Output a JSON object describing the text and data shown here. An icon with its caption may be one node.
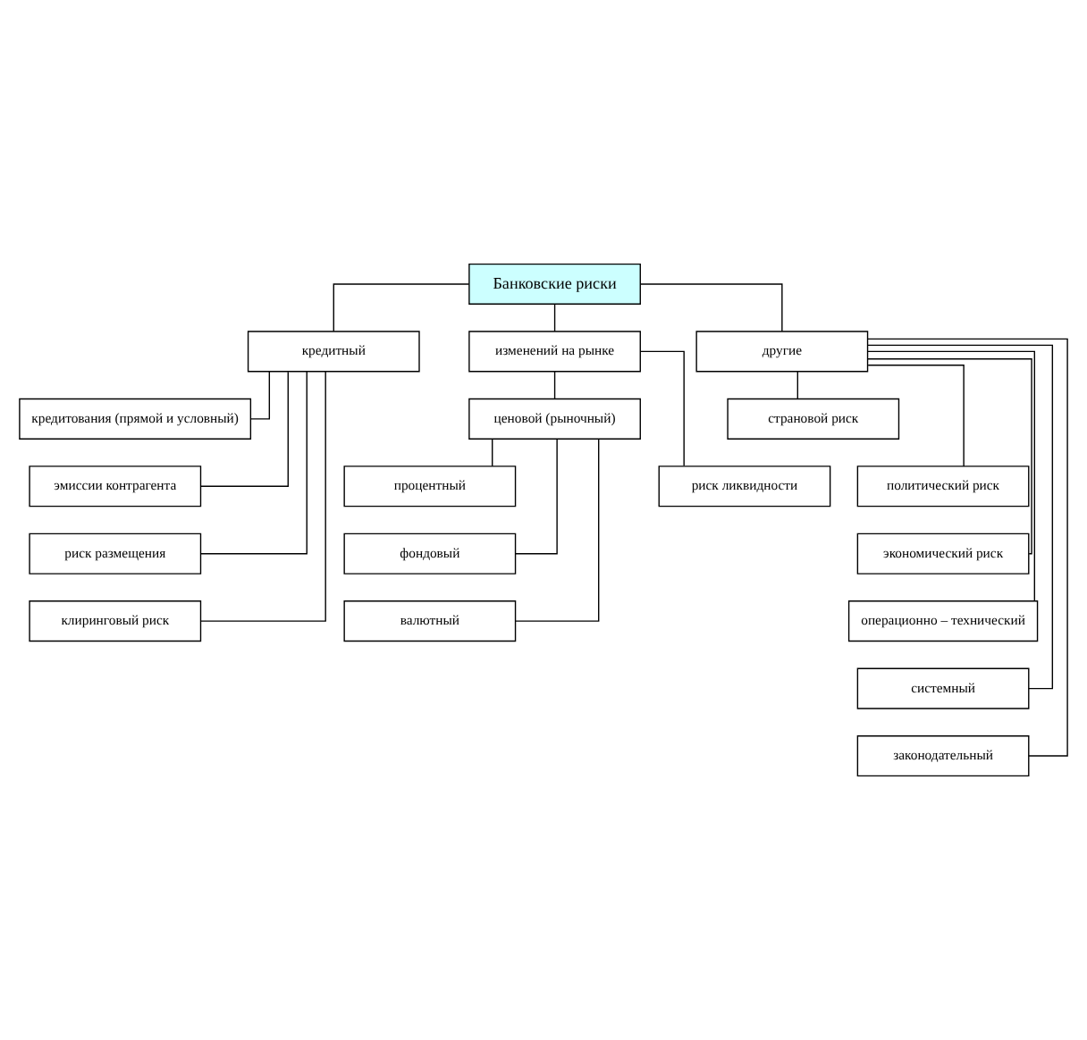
{
  "diagram": {
    "nodes": [
      {
        "text": [
          "Банковские риски"
        ]
      },
      {
        "text": [
          "кредитный"
        ]
      },
      {
        "text": [
          "кредитования (прямой и условный)"
        ]
      },
      {
        "text": [
          "эмиссии контрагента"
        ]
      },
      {
        "text": [
          "риск размещения"
        ]
      },
      {
        "text": [
          "клиринговый риск"
        ]
      },
      {
        "text": [
          "изменений на рынке"
        ]
      },
      {
        "text": [
          "ценовой (рыночный)"
        ]
      },
      {
        "text": [
          "процентный"
        ]
      },
      {
        "text": [
          "фондовый"
        ]
      },
      {
        "text": [
          "валютный"
        ]
      },
      {
        "text": [
          "риск ликвидности"
        ]
      },
      {
        "text": [
          "другие"
        ]
      },
      {
        "text": [
          "страновой риск"
        ]
      },
      {
        "text": [
          "политический риск"
        ]
      },
      {
        "text": [
          "экономический риск"
        ]
      },
      {
        "text": [
          "операционно – технический"
        ]
      },
      {
        "text": [
          "системный"
        ]
      },
      {
        "text": [
          "законодательный"
        ]
      }
    ],
    "edges": [
      {
        "from": 0,
        "to": 1,
        "arrow": "none"
      },
      {
        "from": 0,
        "to": 6,
        "arrow": "none"
      },
      {
        "from": 0,
        "to": 12,
        "arrow": "none"
      },
      {
        "from": 1,
        "to": 2,
        "arrow": "none"
      },
      {
        "from": 1,
        "to": 3,
        "arrow": "none"
      },
      {
        "from": 1,
        "to": 4,
        "arrow": "none"
      },
      {
        "from": 1,
        "to": 5,
        "arrow": "none"
      },
      {
        "from": 6,
        "to": 7,
        "arrow": "none"
      },
      {
        "from": 7,
        "to": 8,
        "arrow": "none"
      },
      {
        "from": 7,
        "to": 9,
        "arrow": "none"
      },
      {
        "from": 7,
        "to": 10,
        "arrow": "none"
      },
      {
        "from": 6,
        "to": 11,
        "arrow": "none"
      },
      {
        "from": 12,
        "to": 13,
        "arrow": "none"
      },
      {
        "from": 12,
        "to": 14,
        "arrow": "none"
      },
      {
        "from": 12,
        "to": 15,
        "arrow": "none"
      },
      {
        "from": 12,
        "to": 16,
        "arrow": "none"
      },
      {
        "from": 12,
        "to": 17,
        "arrow": "none"
      },
      {
        "from": 12,
        "to": 18,
        "arrow": "none"
      }
    ]
  }
}
